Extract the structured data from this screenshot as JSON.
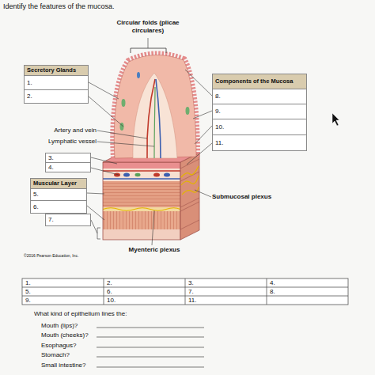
{
  "diagram": {
    "title": "Identify the features of the mucosa.",
    "nodes": [
      {
        "text": [
          "Secretory Glands"
        ]
      },
      {
        "text": [
          "1."
        ],
        "in": 0
      },
      {
        "text": [
          "2."
        ],
        "in": 0
      },
      {
        "text": [
          "Components of the Mucosa"
        ]
      },
      {
        "text": [
          "8."
        ],
        "in": 3
      },
      {
        "text": [
          "9."
        ],
        "in": 3
      },
      {
        "text": [
          "10."
        ],
        "in": 3
      },
      {
        "text": [
          "11."
        ],
        "in": 3
      },
      {
        "text": [
          "3."
        ]
      },
      {
        "text": [
          "4."
        ]
      },
      {
        "text": [
          "Muscular Layer"
        ]
      },
      {
        "text": [
          "5."
        ],
        "in": 10
      },
      {
        "text": [
          "6."
        ],
        "in": 10
      },
      {
        "text": [
          "7."
        ]
      }
    ],
    "labels": [
      "Circular folds (plicae circulares)",
      "Artery and vein",
      "Lymphatic vessel",
      "Submucosal plexus",
      "Myenteric plexus",
      "©2016 Pearson Education, Inc.",
      "1.",
      "2.",
      "3.",
      "4.",
      "5.",
      "6.",
      "7.",
      "8.",
      "9.",
      "10.",
      "11.",
      "What kind of epithelium lines the:",
      "Mouth (lips)?",
      "Mouth (cheeks)?",
      "Esophagus?",
      "Stomach?",
      "Small intestine?"
    ]
  }
}
